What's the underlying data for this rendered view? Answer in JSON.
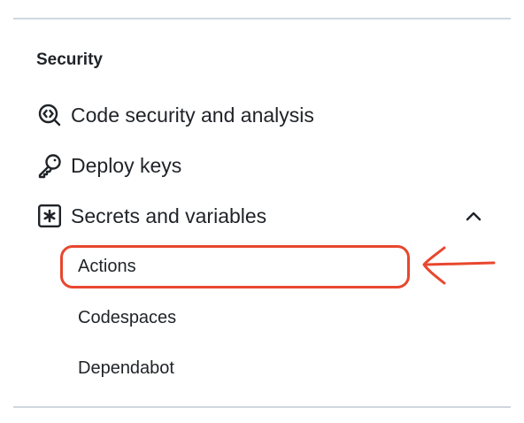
{
  "section": {
    "title": "Security"
  },
  "nav": {
    "items": [
      {
        "label": "Code security and analysis",
        "icon": "codescan-icon"
      },
      {
        "label": "Deploy keys",
        "icon": "key-icon"
      },
      {
        "label": "Secrets and variables",
        "icon": "asterisk-box-icon",
        "expanded": true,
        "toggle_icon": "chevron-up-icon"
      }
    ],
    "sub_items": [
      {
        "label": "Actions",
        "highlighted": true
      },
      {
        "label": "Codespaces"
      },
      {
        "label": "Dependabot"
      }
    ]
  },
  "annotation": {
    "color": "#e8472e",
    "icon": "arrow-left-icon"
  },
  "colors": {
    "text": "#1f2328",
    "divider": "#d0d7de",
    "annotation": "#e8472e"
  }
}
